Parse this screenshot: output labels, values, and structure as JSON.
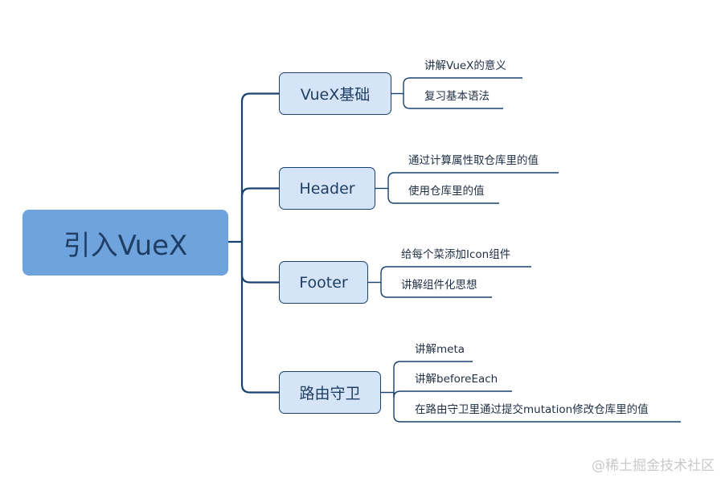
{
  "root": {
    "label": "引入VueX"
  },
  "branches": [
    {
      "label": "VueX基础",
      "children": [
        "讲解VueX的意义",
        "复习基本语法"
      ]
    },
    {
      "label": "Header",
      "children": [
        "通过计算属性取仓库里的值",
        "使用仓库里的值"
      ]
    },
    {
      "label": "Footer",
      "children": [
        "给每个菜添加Icon组件",
        "讲解组件化思想"
      ]
    },
    {
      "label": "路由守卫",
      "children": [
        "讲解meta",
        "讲解beforeEach",
        "在路由守卫里通过提交mutation修改仓库里的值"
      ]
    }
  ],
  "watermark": "@稀土掘金技术社区",
  "colors": {
    "root_fill": "#6fa3dd",
    "branch_fill": "#d6e4f8",
    "line": "#17426f"
  }
}
